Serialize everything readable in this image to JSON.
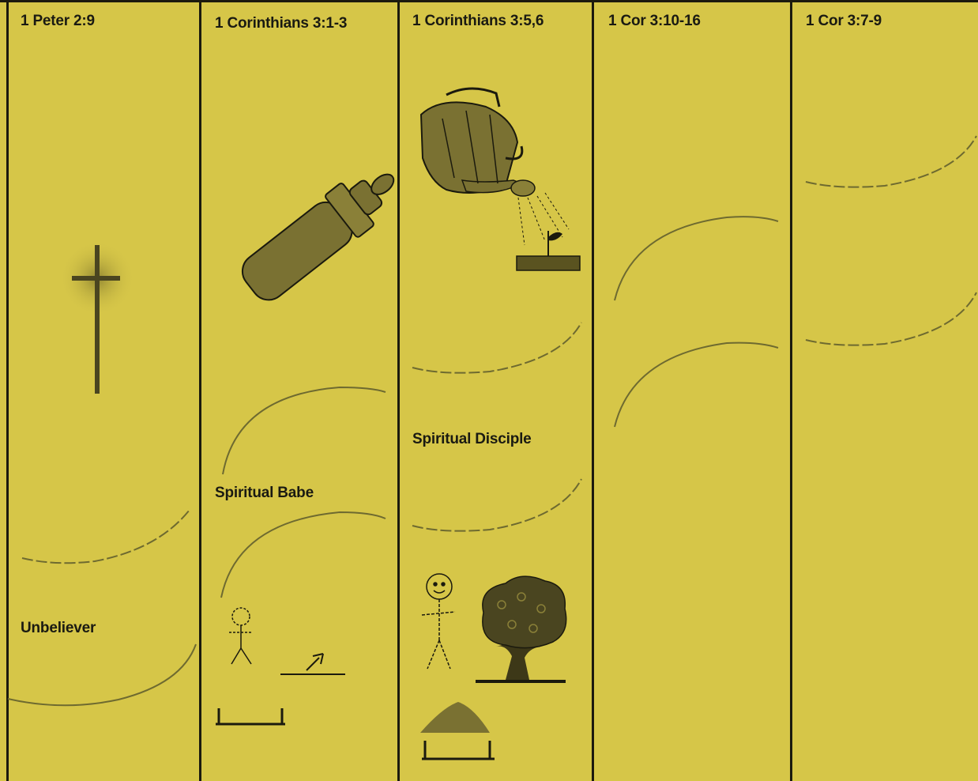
{
  "columns": [
    {
      "heading": "1 Peter 2:9",
      "stage_label": "Unbeliever"
    },
    {
      "heading": "1 Corinthians 3:1-3",
      "stage_label": "Spiritual Babe"
    },
    {
      "heading": "1 Corinthians 3:5,6",
      "stage_label": "Spiritual Disciple"
    },
    {
      "heading": "1 Cor 3:10-16",
      "stage_label": ""
    },
    {
      "heading": "1 Cor 3:7-9",
      "stage_label": ""
    }
  ],
  "colors": {
    "background": "#d6c648",
    "ink": "#1b1a0e",
    "curve": "#6e6a30",
    "object_fill": "#7a7132"
  },
  "icons": [
    "cross-icon",
    "baby-bottle-icon",
    "watering-can-icon",
    "stick-figure-icon",
    "tree-icon",
    "mound-icon"
  ]
}
